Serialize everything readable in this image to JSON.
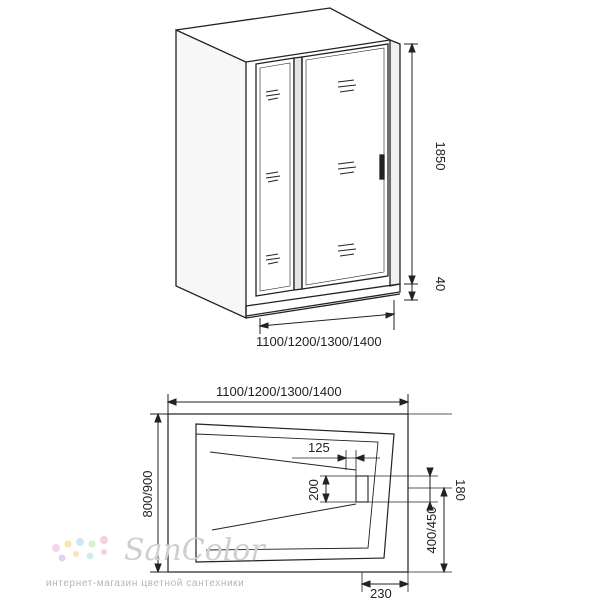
{
  "top_view": {
    "height_label": "1850",
    "base_label": "40",
    "width_label": "1100/1200/1300/1400"
  },
  "plan_view": {
    "width_label": "1100/1200/1300/1400",
    "depth_label": "800/900",
    "dim_125": "125",
    "dim_200": "200",
    "dim_180": "180",
    "dim_400_450": "400/450",
    "dim_230": "230"
  },
  "watermark": {
    "brand": "SanColor",
    "tagline": "интернет-магазин цветной сантехники"
  }
}
